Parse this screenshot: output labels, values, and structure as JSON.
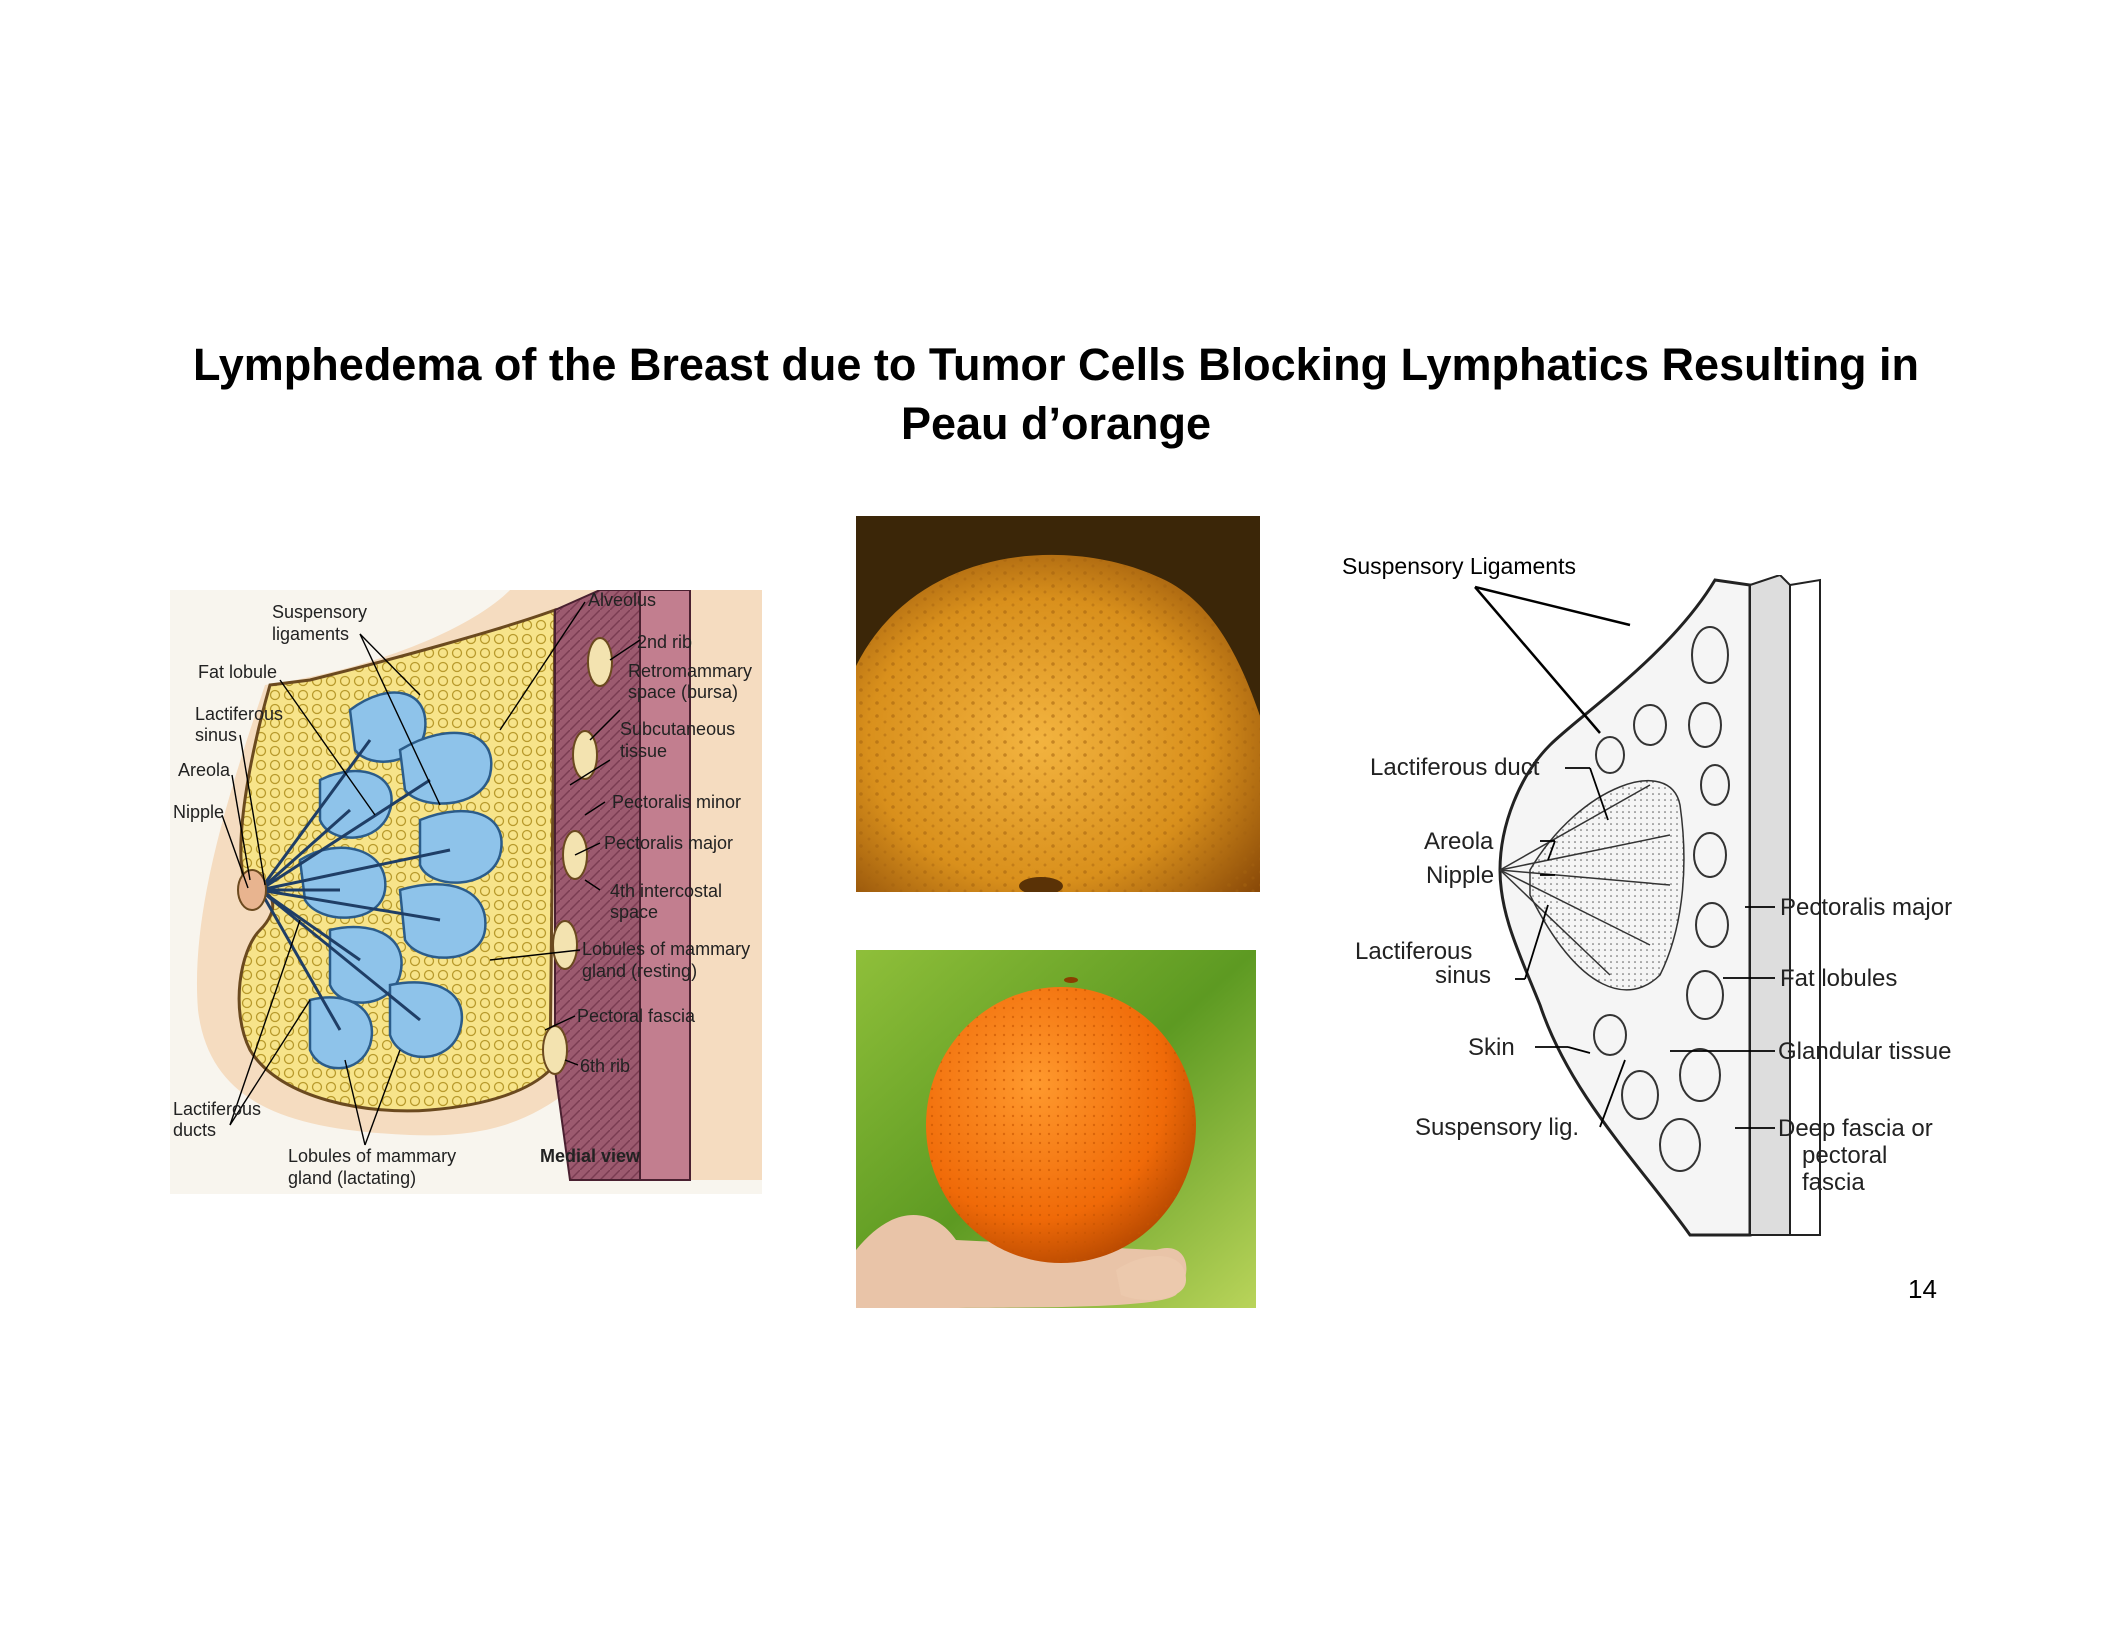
{
  "slide": {
    "title_line1": "Lymphedema of the Breast due to Tumor Cells Blocking Lymphatics Resulting in",
    "title_line2": "Peau d’orange",
    "page_number": "14"
  },
  "left_diagram": {
    "labels": {
      "suspensory_ligaments_1": "Suspensory",
      "suspensory_ligaments_2": "ligaments",
      "fat_lobule": "Fat lobule",
      "lactiferous_sinus_1": "Lactiferous",
      "lactiferous_sinus_2": "sinus",
      "areola": "Areola",
      "nipple": "Nipple",
      "lactiferous_ducts_1": "Lactiferous",
      "lactiferous_ducts_2": "ducts",
      "lobules_lactating_1": "Lobules of mammary",
      "lobules_lactating_2": "gland (lactating)",
      "medial_view": "Medial view",
      "alveolus": "Alveolus",
      "rib2": "2nd rib",
      "retromammary_1": "Retromammary",
      "retromammary_2": "space (bursa)",
      "subcutaneous_1": "Subcutaneous",
      "subcutaneous_2": "tissue",
      "pectoralis_minor": "Pectoralis minor",
      "pectoralis_major": "Pectoralis major",
      "intercostal_1": "4th intercostal",
      "intercostal_2": "space",
      "lobules_resting_1": "Lobules of mammary",
      "lobules_resting_2": "gland (resting)",
      "pectoral_fascia": "Pectoral fascia",
      "rib6": "6th rib"
    }
  },
  "right_diagram": {
    "header": "Suspensory Ligaments",
    "labels": {
      "lactiferous_duct": "Lactiferous duct",
      "areola": "Areola",
      "nipple": "Nipple",
      "lactiferous_sinus_1": "Lactiferous",
      "lactiferous_sinus_2": "sinus",
      "skin": "Skin",
      "suspensory_lig": "Suspensory lig.",
      "pectoralis_major": "Pectoralis major",
      "fat_lobules": "Fat lobules",
      "glandular_tissue": "Glandular tissue",
      "deep_fascia_1": "Deep fascia or",
      "deep_fascia_2": "pectoral",
      "deep_fascia_3": "fascia"
    }
  }
}
